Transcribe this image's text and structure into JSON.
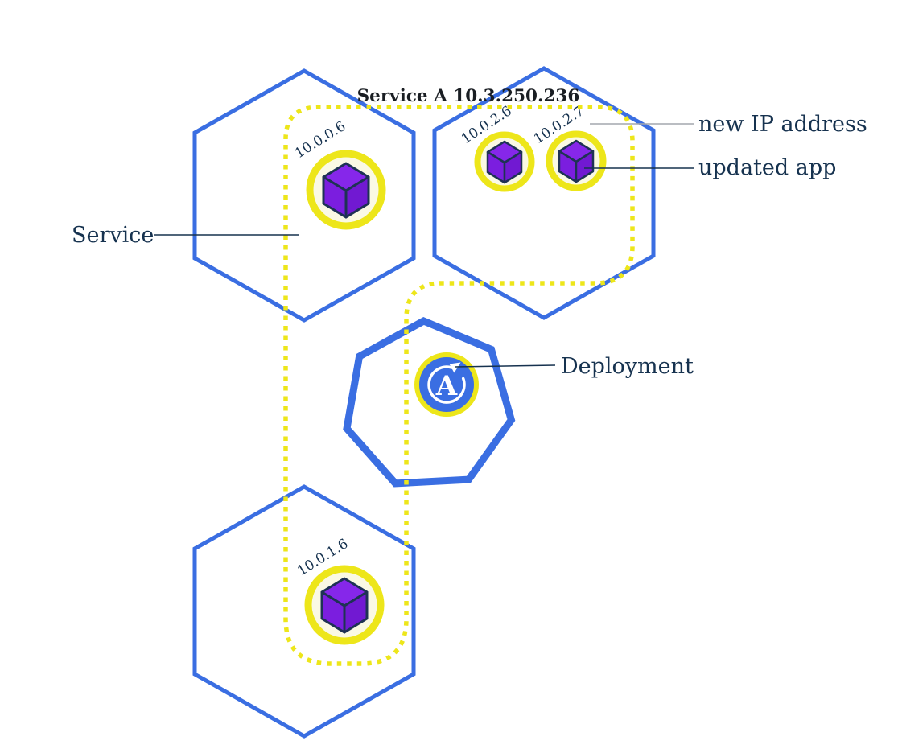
{
  "colors": {
    "blue": "#3A6EE2",
    "yellow": "#EDE61A",
    "ivory": "#FAF9E4",
    "purple": "#7B1EDF",
    "purple_top": "#8627EA",
    "purple_right": "#7119D2",
    "edge_navy": "#1E3254",
    "label_navy": "#16324F",
    "title_color": "#1A1E23",
    "gray": "#A3A7AE",
    "white": "#FFFFFF"
  },
  "title": {
    "text": "Service A 10.3.250.236"
  },
  "callouts": {
    "service": "Service",
    "deployment": "Deployment",
    "new_ip": "new IP address",
    "updated_app": "updated app"
  },
  "pods": [
    {
      "ip": "10.0.0.6",
      "node": "top-left-hexagon"
    },
    {
      "ip": "10.0.2.6",
      "node": "top-right-hexagon"
    },
    {
      "ip": "10.0.2.7",
      "node": "top-right-hexagon"
    },
    {
      "ip": "10.0.1.6",
      "node": "bottom-left-hexagon"
    }
  ],
  "deployment_icon": {
    "letter": "A"
  },
  "icons": {
    "pod": "cube-icon",
    "deployment": "rollout-arrow-icon",
    "node": "hexagon-outline",
    "deployment_shape": "heptagon-outline",
    "service_boundary": "yellow-dotted-lasso"
  }
}
